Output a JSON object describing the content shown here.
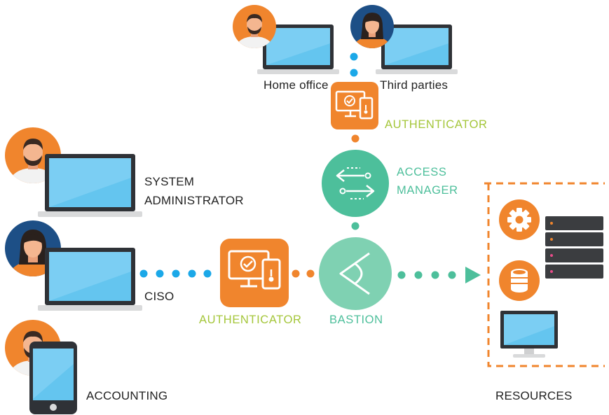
{
  "labels": {
    "home_office": "Home office",
    "third_parties": "Third parties",
    "authenticator_top": "AUTHENTICATOR",
    "access_manager_line1": "ACCESS",
    "access_manager_line2": "MANAGER",
    "system_admin_line1": "SYSTEM",
    "system_admin_line2": "ADMINISTRATOR",
    "ciso": "CISO",
    "accounting": "ACCOUNTING",
    "authenticator_mid": "AUTHENTICATOR",
    "bastion": "BASTION",
    "resources": "RESOURCES"
  },
  "colors": {
    "orange": "#f0852d",
    "teal": "#4dbf9b",
    "bastion_teal": "#7fd1b2",
    "blue_dots": "#1ba8e8",
    "green_text": "#a4c639",
    "screen_blue": "#64c5ef",
    "device_dark": "#2f3237",
    "server_dark": "#3b3d40"
  },
  "icons": {
    "authenticator": "monitor-check-phone-icon",
    "access_manager": "route-arrows-icon",
    "bastion": "eye-chevron-icon",
    "resource_settings": "gear-icon",
    "resource_database": "database-icon",
    "resource_servers": "server-rack-icon",
    "resource_desktop": "desktop-monitor-icon"
  }
}
